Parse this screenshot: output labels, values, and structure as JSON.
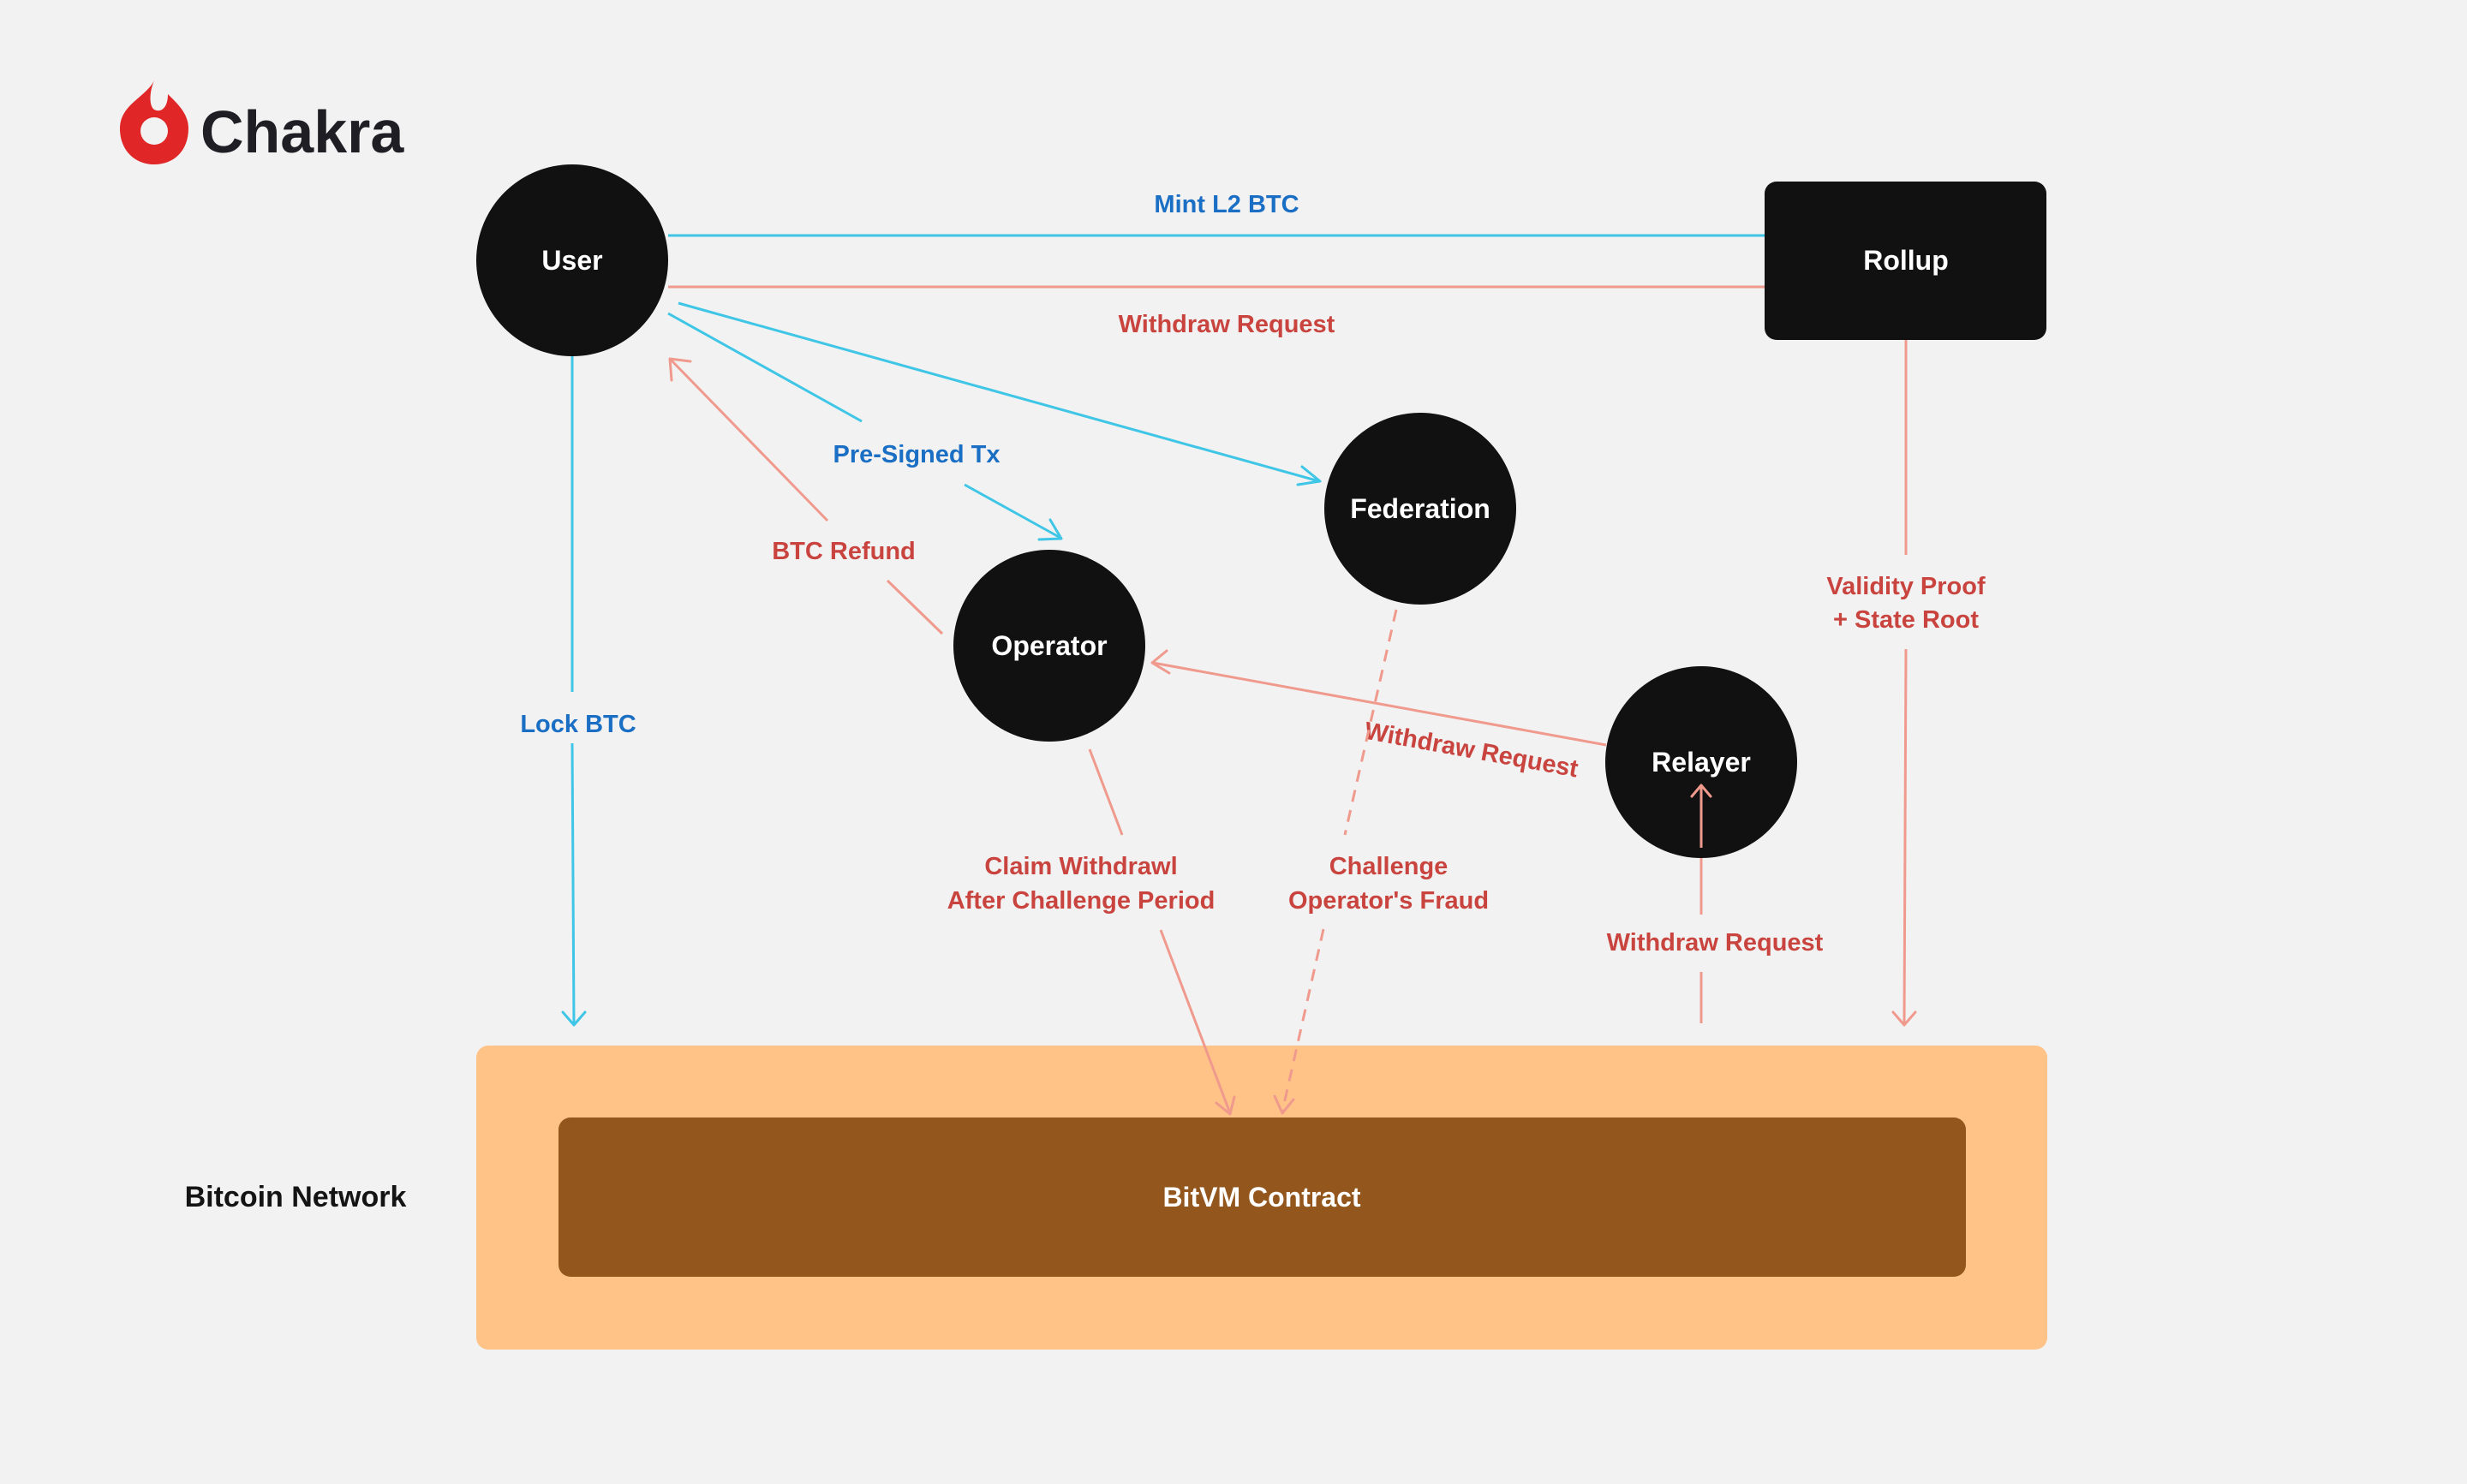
{
  "brand": {
    "name": "Chakra",
    "logo_color": "#e02626",
    "logo_icon": "flame-drop-icon"
  },
  "nodes": {
    "user": "User",
    "rollup": "Rollup",
    "federation": "Federation",
    "operator": "Operator",
    "relayer": "Relayer"
  },
  "network": {
    "label": "Bitcoin Network",
    "contract": "BitVM Contract",
    "outer_color": "#ffc388",
    "inner_color": "#93561d"
  },
  "edges": {
    "mint_l2_btc": "Mint L2 BTC",
    "withdraw_request_top": "Withdraw Request",
    "pre_signed_tx": "Pre-Signed Tx",
    "btc_refund": "BTC Refund",
    "lock_btc": "Lock BTC",
    "validity_proof_line1": "Validity Proof",
    "validity_proof_line2": "+ State Root",
    "withdraw_request_relayer": "Withdraw  Request",
    "claim_line1": "Claim Withdrawl",
    "claim_line2": "After Challenge Period",
    "challenge_line1": "Challenge",
    "challenge_line2": "Operator's Fraud",
    "withdraw_request_bottom": "Withdraw  Request"
  },
  "colors": {
    "node_fill": "#111111",
    "blue_line": "#3fc6e6",
    "blue_text": "#1a6fc4",
    "red_line": "#f09a8e",
    "red_text": "#c9443e",
    "background": "#f2f2f2"
  }
}
